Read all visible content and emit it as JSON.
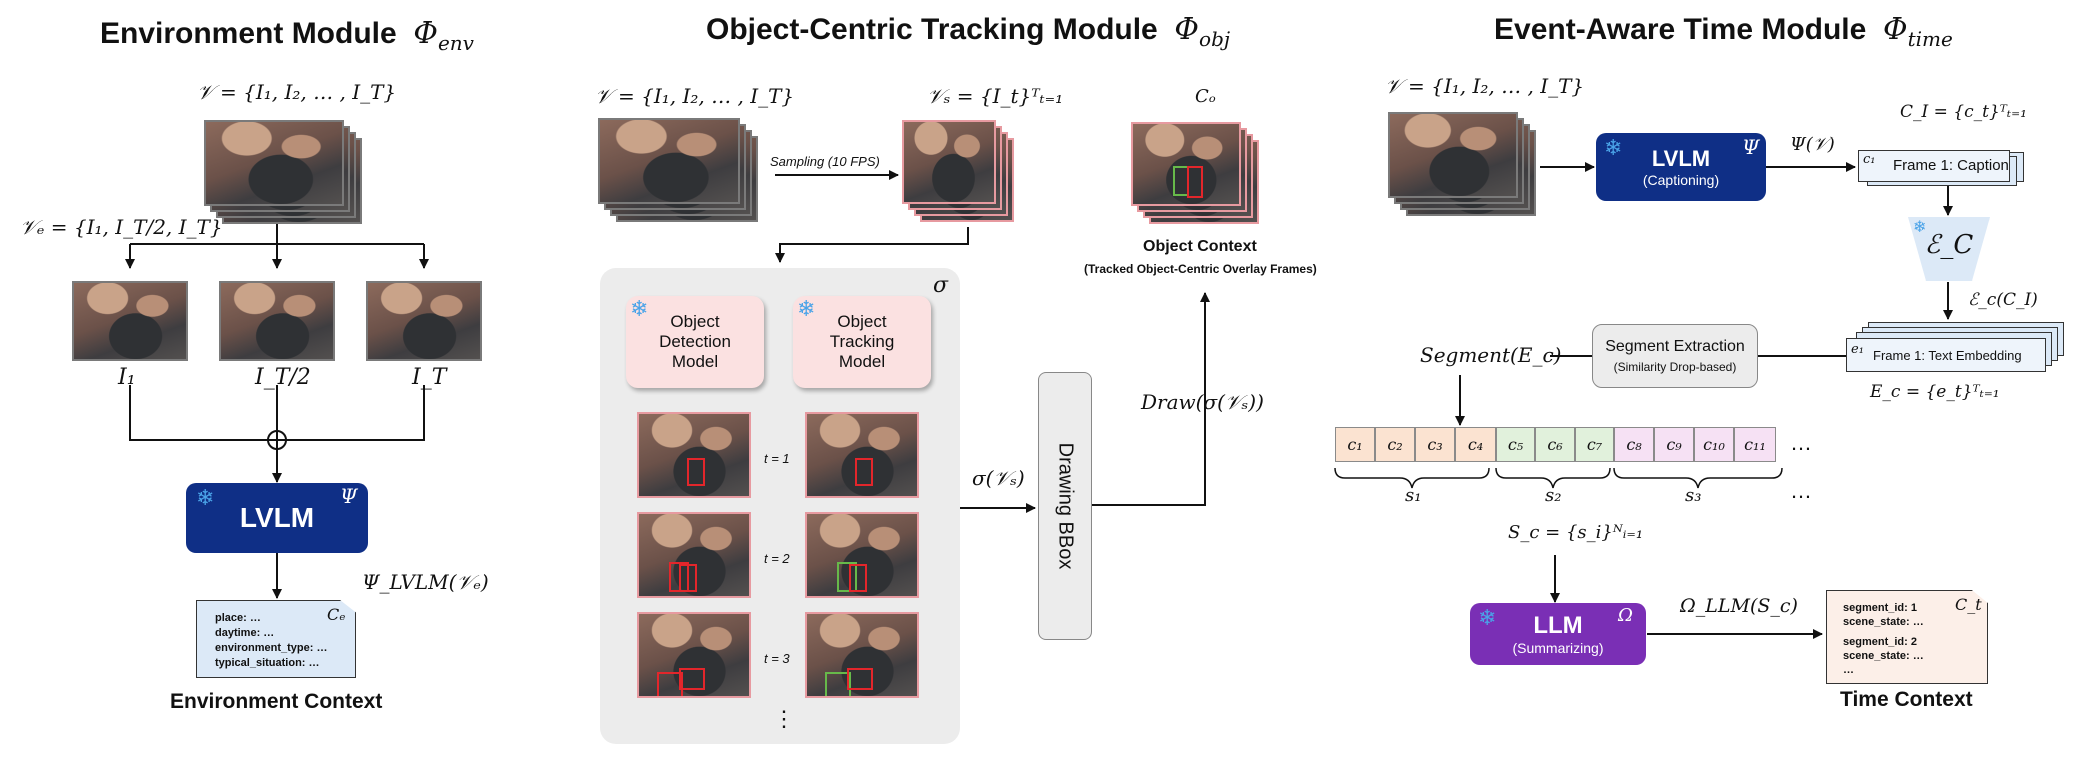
{
  "env": {
    "title": "Environment Module",
    "title_sym": "Φ",
    "title_sub": "env",
    "v_label": "𝒱 = {I₁, I₂, … , I_T}",
    "ve_label": "𝒱ₑ = {I₁, I_T/2, I_T}",
    "frame_labels": [
      "I₁",
      "I_T/2",
      "I_T"
    ],
    "lvlm_label": "LVLM",
    "psi": "Ψ",
    "psi_out": "Ψ_LVLM(𝒱ₑ)",
    "ctx_sym": "Cₑ",
    "ctx_lines": [
      "place: …",
      "daytime: …",
      "environment_type: …",
      "typical_situation: …"
    ],
    "caption": "Environment Context"
  },
  "obj": {
    "title": "Object-Centric Tracking  Module",
    "title_sym": "Φ",
    "title_sub": "obj",
    "v_label": "𝒱 = {I₁, I₂, … , I_T}",
    "vs_label": "𝒱ₛ = {I_t}ᵀₜ₌₁",
    "sampling": "Sampling (10 FPS)",
    "sigma": "σ",
    "detect": "Object Detection Model",
    "track": "Object Tracking Model",
    "t_labels": [
      "t = 1",
      "t = 2",
      "t = 3"
    ],
    "vdots": "⋮",
    "sigma_vs": "σ(𝒱ₛ)",
    "drawing": "Drawing BBox",
    "draw_label": "Draw(σ(𝒱ₛ))",
    "co_sym": "Cₒ",
    "ctx_title": "Object Context",
    "ctx_sub": "(Tracked Object-Centric Overlay Frames)"
  },
  "time": {
    "title": "Event-Aware Time  Module",
    "title_sym": "Φ",
    "title_sub": "time",
    "v_label": "𝒱 = {I₁, I₂, … , I_T}",
    "lvlm_label": "LVLM",
    "lvlm_sub": "(Captioning)",
    "psi": "Ψ",
    "psi_v": "Ψ(𝒱)",
    "ci_label": "C_I = {c_t}ᵀₜ₌₁",
    "caption_card_sym": "c₁",
    "caption_card": "Frame 1: Caption",
    "enc_sym": "ℰ_C",
    "enc_out": "ℰ_c(C_I)",
    "emb_card_sym": "e₁",
    "emb_card": "Frame 1: Text Embedding",
    "ec_label": "E_c = {e_t}ᵀₜ₌₁",
    "seg_extract": "Segment Extraction",
    "seg_extract_sub": "(Similarity Drop-based)",
    "segment_label": "Segment(E_c)",
    "cells": [
      "c₁",
      "c₂",
      "c₃",
      "c₄",
      "c₅",
      "c₆",
      "c₇",
      "c₈",
      "c₉",
      "c₁₀",
      "c₁₁"
    ],
    "ellipsis": "…",
    "s_labels": [
      "s₁",
      "s₂",
      "s₃"
    ],
    "sc_label": "S_c = {s_i}ᴺᵢ₌₁",
    "llm_label": "LLM",
    "llm_sub": "(Summarizing)",
    "omega": "Ω",
    "omega_out": "Ω_LLM(S_c)",
    "ct_sym": "C_t",
    "ct_lines": [
      "segment_id: 1",
      "scene_state: …",
      "segment_id: 2",
      "scene_state: …",
      "…"
    ],
    "caption": "Time Context"
  },
  "colors": {
    "lvlm_blue": "#0f2f86",
    "llm_purple": "#7a2fb5",
    "pink_box": "#fbe1e1",
    "grey_panel": "#ececec",
    "blue_card": "#dce9f7",
    "peach_card": "#fcefe8",
    "cell_orange": "#fbe3d1",
    "cell_green": "#e1f1dc",
    "cell_pink": "#f6e1f4"
  }
}
